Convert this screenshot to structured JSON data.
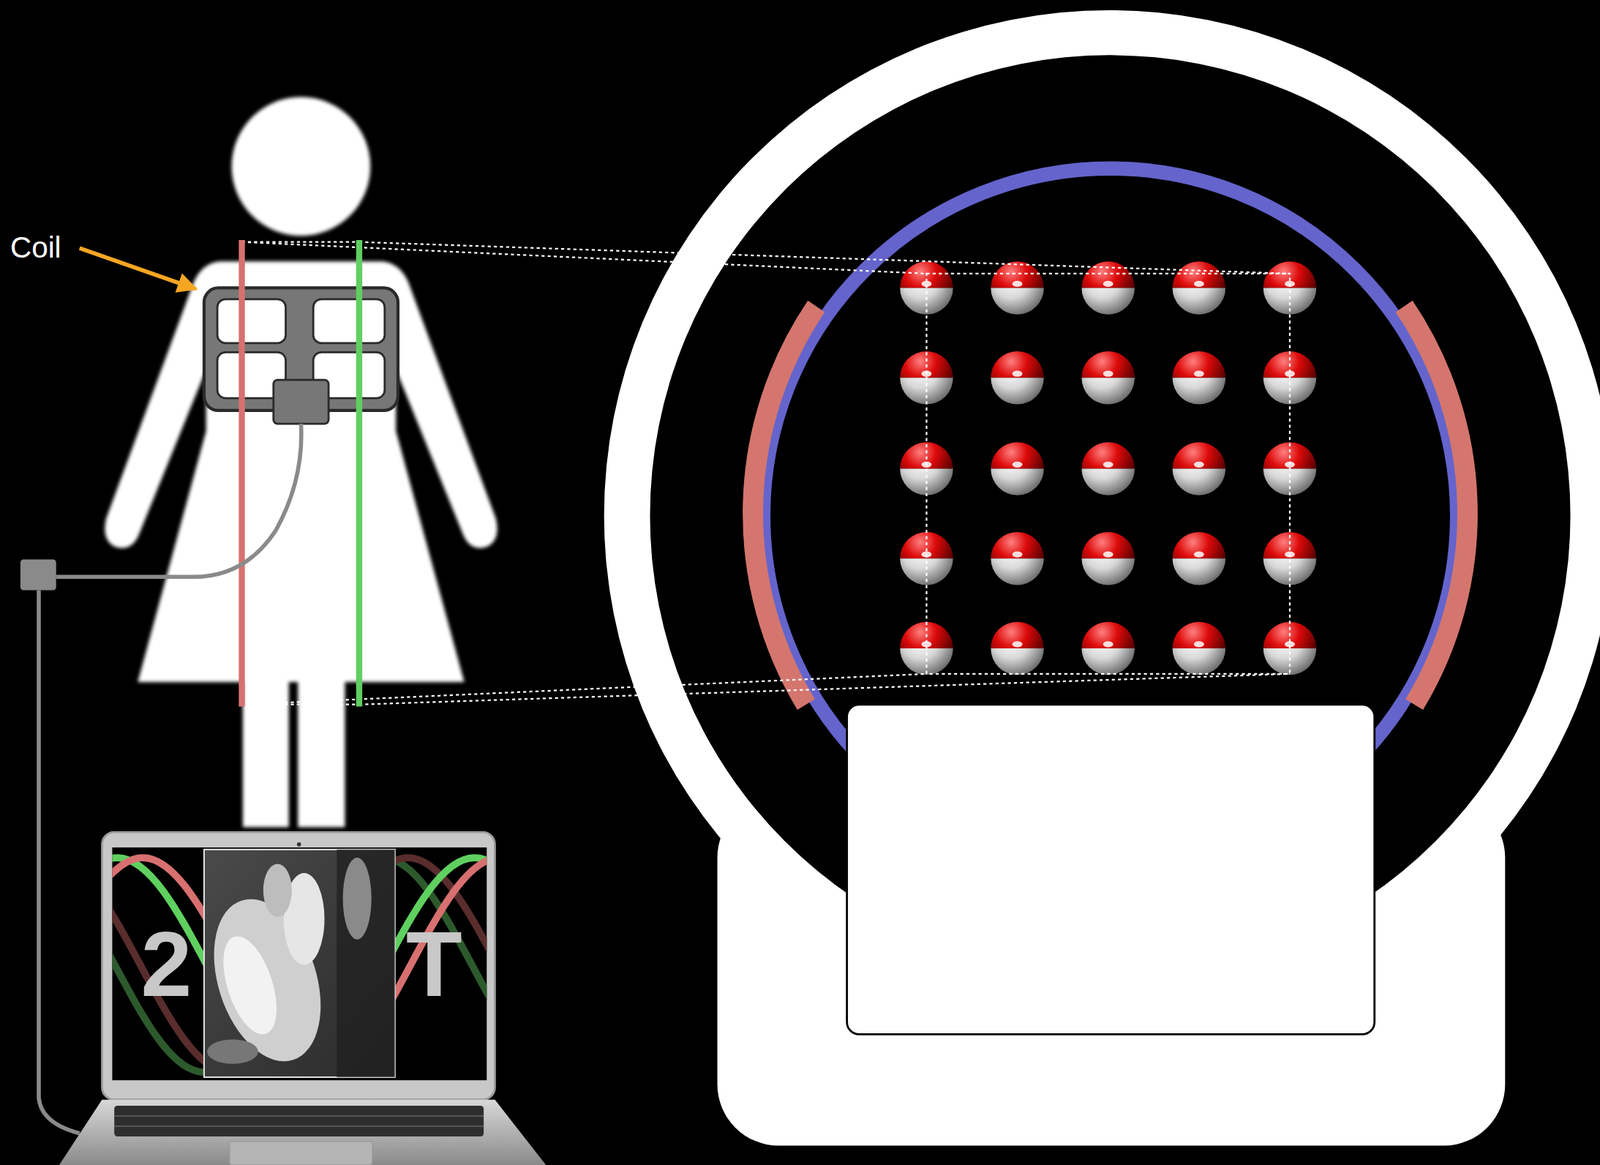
{
  "diagram": {
    "labels": [
      "Coil",
      "2",
      "T"
    ]
  }
}
